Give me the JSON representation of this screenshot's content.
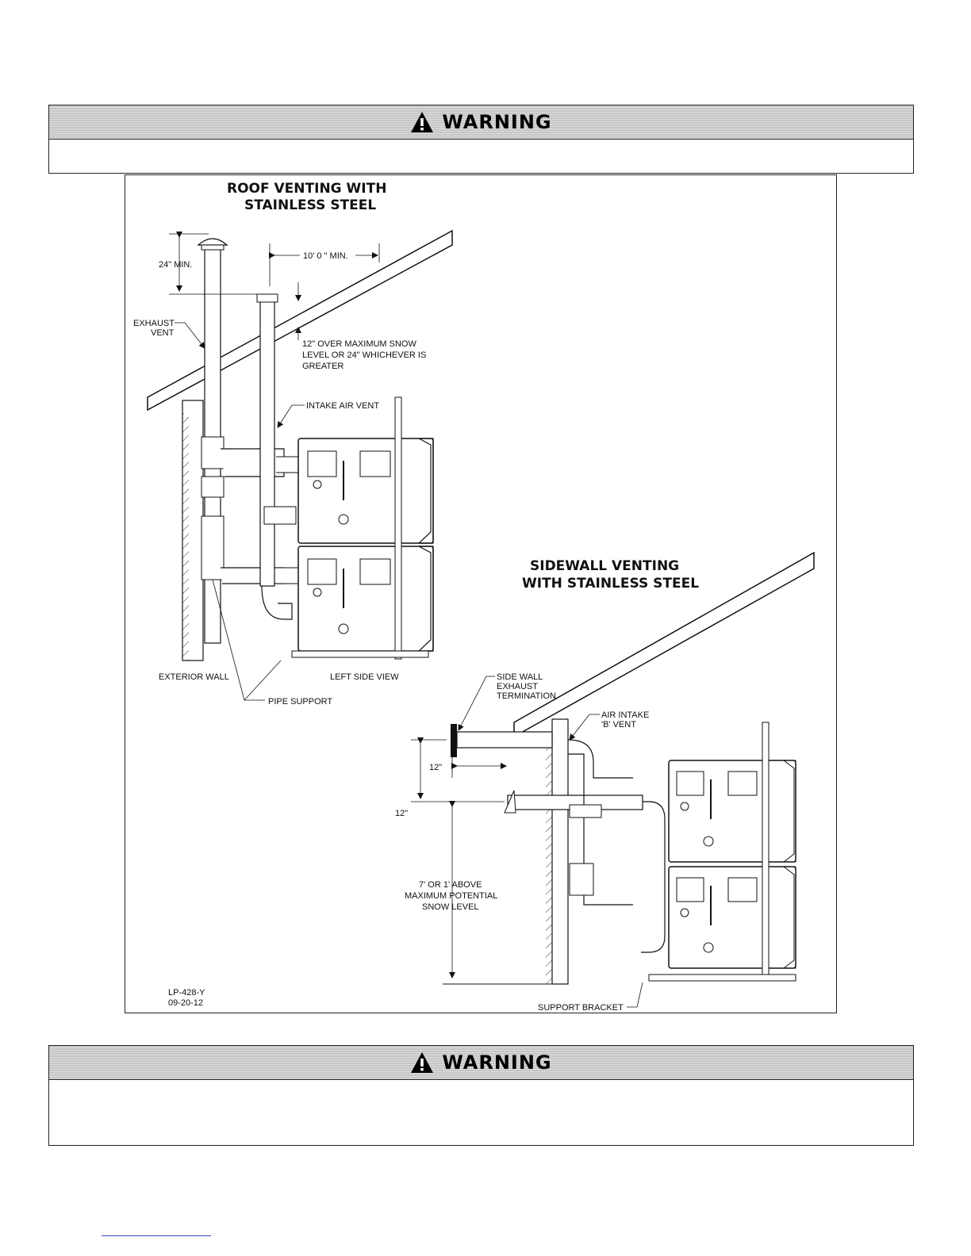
{
  "warning_top": {
    "title": "WARNING",
    "body": ""
  },
  "warning_bottom": {
    "title": "WARNING",
    "body": ""
  },
  "figure": {
    "roof_title_line1": "ROOF VENTING WITH",
    "roof_title_line2": "STAINLESS STEEL",
    "sidewall_title_line1": "SIDEWALL VENTING",
    "sidewall_title_line2": "WITH STAINLESS STEEL",
    "dim_24_min": "24\" MIN.",
    "dim_10_min": "10' 0 \" MIN.",
    "exhaust_vent_1": "EXHAUST",
    "exhaust_vent_2": "VENT",
    "snow_note_1": "12\" OVER MAXIMUM SNOW",
    "snow_note_2": "LEVEL OR 24\" WHICHEVER IS",
    "snow_note_3": "GREATER",
    "intake_air_vent": "INTAKE AIR VENT",
    "exterior_wall": "EXTERIOR WALL",
    "left_side_view": "LEFT SIDE VIEW",
    "pipe_support": "PIPE SUPPORT",
    "side_wall_term_1": "SIDE WALL",
    "side_wall_term_2": "EXHAUST",
    "side_wall_term_3": "TERMINATION",
    "air_intake_1": "AIR INTAKE",
    "air_intake_2": "'B' VENT",
    "dim_12_a": "12\"",
    "dim_12_b": "12\"",
    "dim_7_1": "7' OR 1' ABOVE",
    "dim_7_2": "MAXIMUM POTENTIAL",
    "dim_7_3": "SNOW LEVEL",
    "drawing_no": "LP-428-Y",
    "drawing_date": "09-20-12",
    "support_bracket": "SUPPORT BRACKET"
  }
}
